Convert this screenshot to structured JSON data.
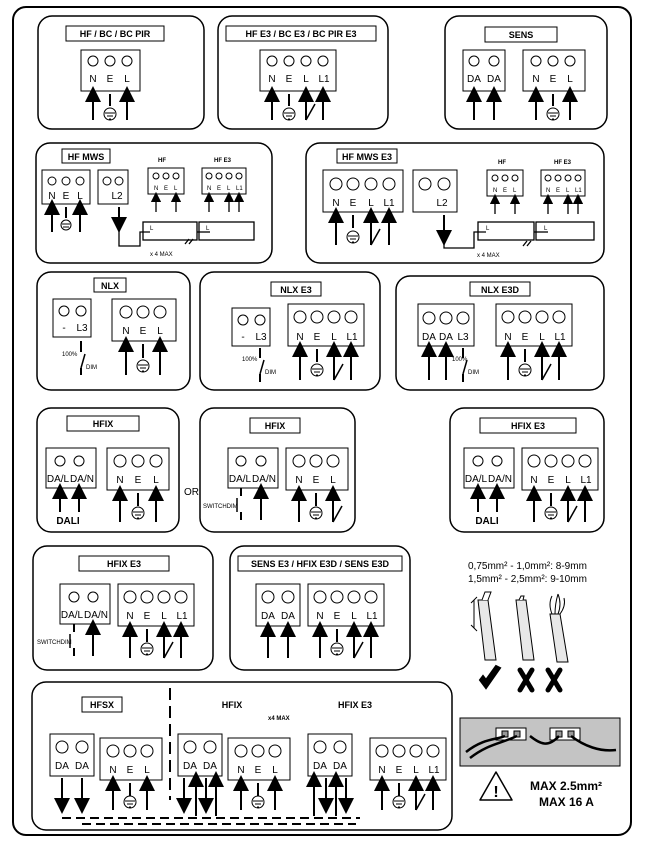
{
  "panels": {
    "hf_bc": {
      "title": "HF / BC / BC PIR",
      "terminals": [
        "N",
        "E",
        "L"
      ]
    },
    "hf_e3_bc_e3": {
      "title": "HF E3 / BC E3 / BC PIR E3",
      "terminals": [
        "N",
        "E",
        "L",
        "L1"
      ]
    },
    "sens": {
      "title": "SENS",
      "terminals_a": [
        "DA",
        "DA"
      ],
      "terminals_b": [
        "N",
        "E",
        "L"
      ]
    },
    "hf_mws": {
      "title": "HF MWS",
      "terminals_main": [
        "N",
        "E",
        "L"
      ],
      "terminal_l2": "L2",
      "hf_label": "HF",
      "hf_e3_label": "HF E3",
      "hf_terms": [
        "N",
        "E",
        "L"
      ],
      "hf_e3_terms": [
        "N",
        "E",
        "L",
        "L1"
      ],
      "max_note": "x 4 MAX",
      "box_l": "L"
    },
    "hf_mws_e3": {
      "title": "HF MWS E3",
      "terminals_main": [
        "N",
        "E",
        "L",
        "L1"
      ],
      "terminal_l2": "L2",
      "hf_label": "HF",
      "hf_e3_label": "HF E3",
      "hf_terms": [
        "N",
        "E",
        "L"
      ],
      "hf_e3_terms": [
        "N",
        "E",
        "L",
        "L1"
      ],
      "max_note": "x 4 MAX",
      "box_l": "L"
    },
    "nlx": {
      "title": "NLX",
      "terminals_a": [
        "-",
        "L3"
      ],
      "terminals_b": [
        "N",
        "E",
        "L"
      ],
      "pct": "100%",
      "dim": "DIM"
    },
    "nlx_e3": {
      "title": "NLX E3",
      "terminals_a": [
        "-",
        "L3"
      ],
      "terminals_b": [
        "N",
        "E",
        "L",
        "L1"
      ],
      "pct": "100%",
      "dim": "DIM"
    },
    "nlx_e3d": {
      "title": "NLX E3D",
      "terminals_a": [
        "DA",
        "DA",
        "L3"
      ],
      "terminals_b": [
        "N",
        "E",
        "L",
        "L1"
      ],
      "pct": "100%",
      "dim": "DIM"
    },
    "hfix_dali": {
      "title": "HFIX",
      "terminals_a": [
        "DA/L",
        "DA/N"
      ],
      "terminals_b": [
        "N",
        "E",
        "L"
      ],
      "dali": "DALI"
    },
    "or_text": "OR",
    "hfix_switch": {
      "title": "HFIX",
      "terminals_a": [
        "DA/L",
        "DA/N"
      ],
      "terminals_b": [
        "N",
        "E",
        "L"
      ],
      "switch": "SWITCHDIM"
    },
    "hfix_e3_dali": {
      "title": "HFIX E3",
      "terminals_a": [
        "DA/L",
        "DA/N"
      ],
      "terminals_b": [
        "N",
        "E",
        "L",
        "L1"
      ],
      "dali": "DALI"
    },
    "hfix_e3_switch": {
      "title": "HFIX  E3",
      "terminals_a": [
        "DA/L",
        "DA/N"
      ],
      "terminals_b": [
        "N",
        "E",
        "L",
        "L1"
      ],
      "switch": "SWITCHDIM"
    },
    "sens_e3": {
      "title": "SENS E3 / HFIX E3D / SENS E3D",
      "terminals_a": [
        "DA",
        "DA"
      ],
      "terminals_b": [
        "N",
        "E",
        "L",
        "L1"
      ]
    },
    "hfsx": {
      "title": "HFSX",
      "hfix_label": "HFIX",
      "hfix_e3_label": "HFIX E3",
      "max_note": "x4 MAX",
      "t1": [
        "DA",
        "DA"
      ],
      "t2": [
        "N",
        "E",
        "L"
      ],
      "t3": [
        "DA",
        "DA"
      ],
      "t4": [
        "N",
        "E",
        "L"
      ],
      "t5": [
        "DA",
        "DA"
      ],
      "t6": [
        "N",
        "E",
        "L",
        "L1"
      ]
    }
  },
  "wire_spec": {
    "line1": "0,75mm² - 1,0mm²: 8-9mm",
    "line2": "1,5mm² - 2,5mm²: 9-10mm"
  },
  "ratings": {
    "max_section": "MAX 2.5mm²",
    "max_current": "MAX 16 A"
  }
}
